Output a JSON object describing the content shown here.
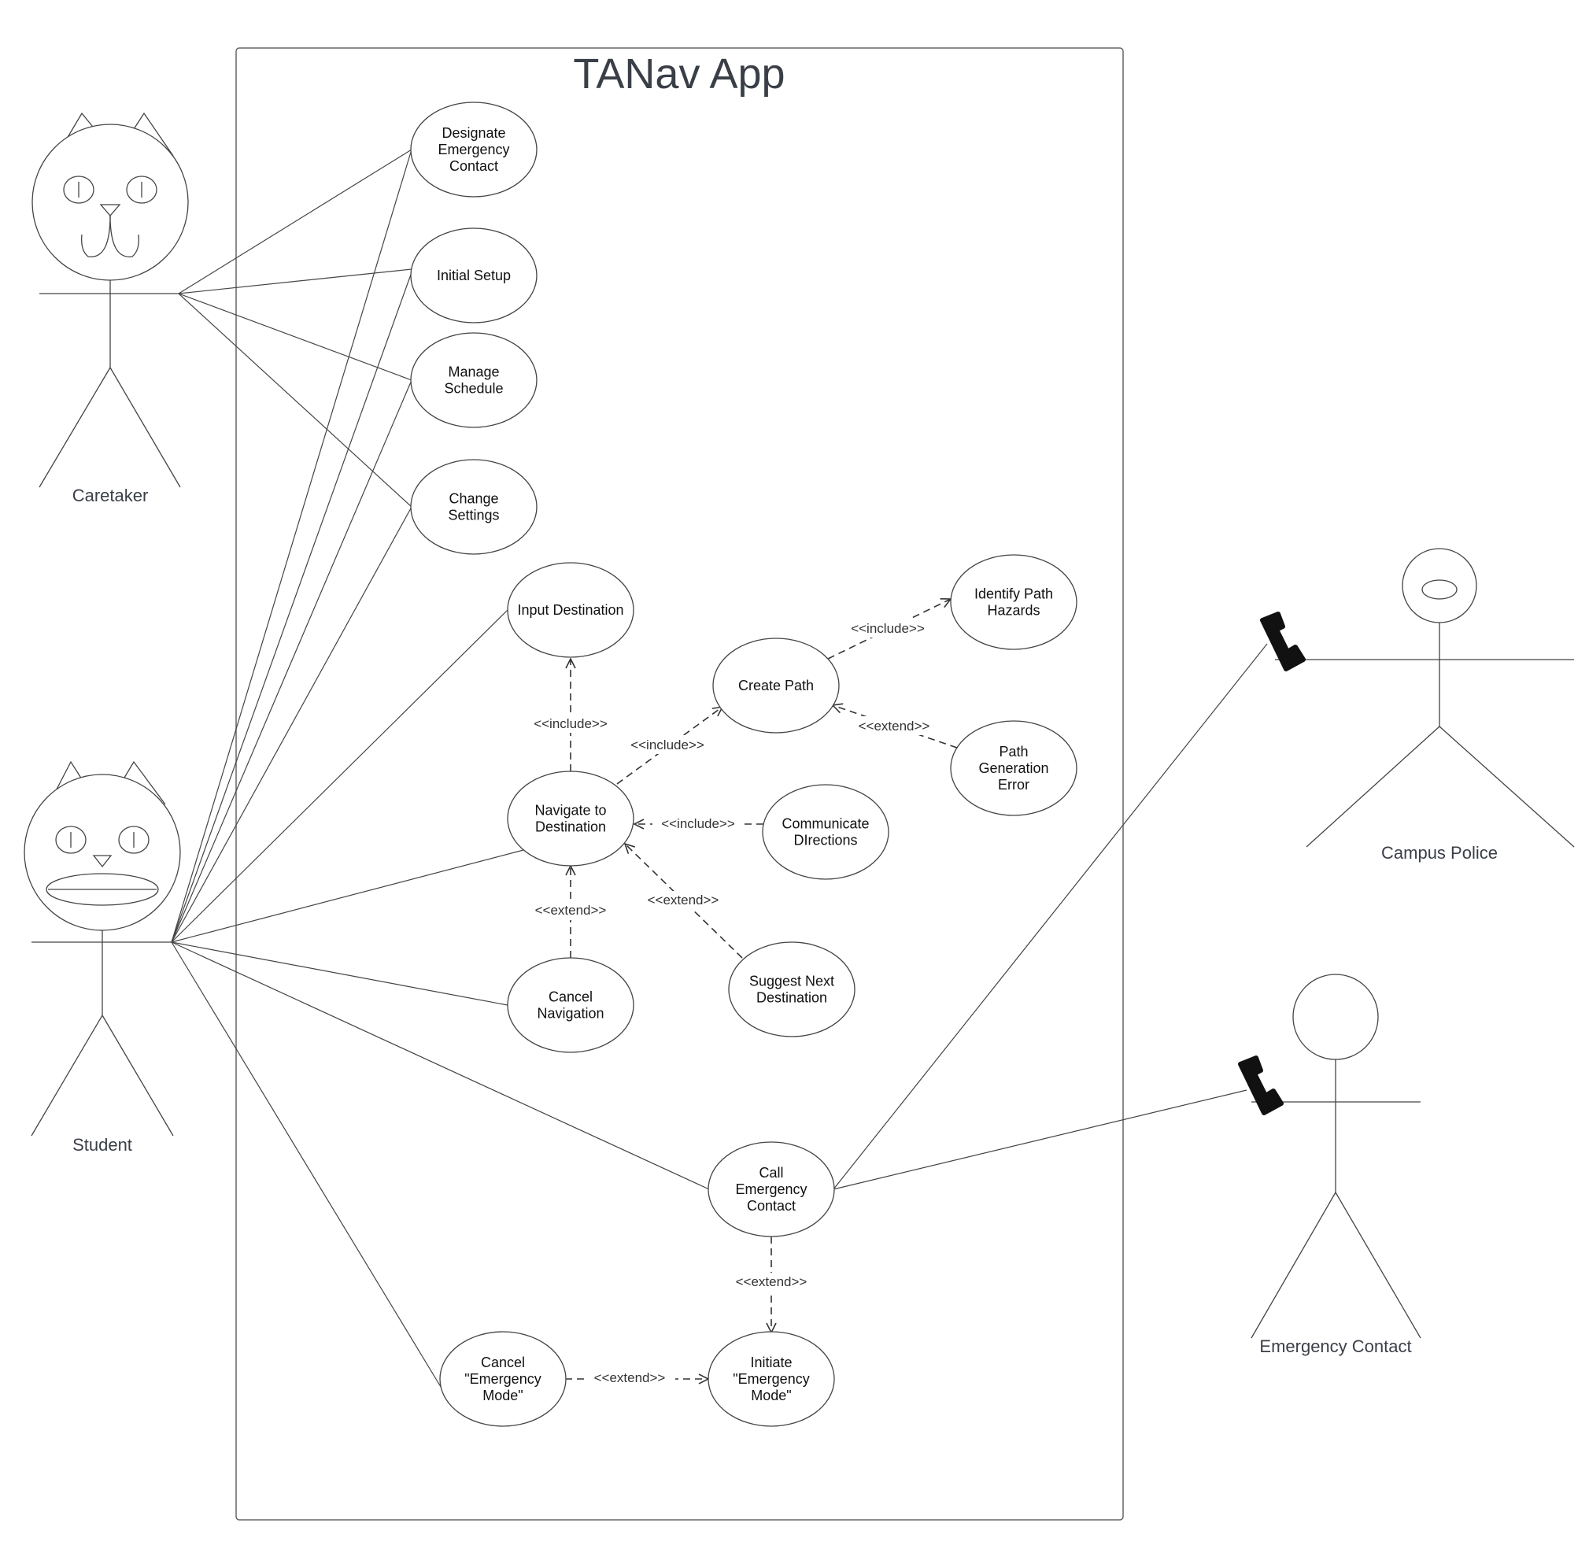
{
  "title": "TANav App",
  "actors": {
    "caretaker": "Caretaker",
    "student": "Student",
    "campus_police": "Campus Police",
    "emergency_contact": "Emergency Contact"
  },
  "use_cases": {
    "designate": [
      "Designate",
      "Emergency",
      "Contact"
    ],
    "initial_setup": [
      "Initial Setup"
    ],
    "manage_schedule": [
      "Manage",
      "Schedule"
    ],
    "change_settings": [
      "Change",
      "Settings"
    ],
    "input_destination": [
      "Input Destination"
    ],
    "create_path": [
      "Create Path"
    ],
    "identify_hazards": [
      "Identify Path",
      "Hazards"
    ],
    "path_error": [
      "Path",
      "Generation",
      "Error"
    ],
    "navigate": [
      "Navigate to",
      "Destination"
    ],
    "communicate": [
      "Communicate",
      "DIrections"
    ],
    "cancel_navigation": [
      "Cancel",
      "Navigation"
    ],
    "suggest_next": [
      "Suggest Next",
      "Destination"
    ],
    "call_emergency": [
      "Call",
      "Emergency",
      "Contact"
    ],
    "cancel_emergency": [
      "Cancel",
      "\"Emergency",
      "Mode\""
    ],
    "initiate_emergency": [
      "Initiate",
      "\"Emergency",
      "Mode\""
    ]
  },
  "relationships": {
    "navigate_input": "<<include>>",
    "navigate_create": "<<include>>",
    "create_identify": "<<include>>",
    "error_create": "<<extend>>",
    "communicate_navigate": "<<include>>",
    "cancel_navigate": "<<extend>>",
    "suggest_navigate": "<<extend>>",
    "call_initiate": "<<extend>>",
    "cancel_emergency_initiate": "<<extend>>"
  }
}
